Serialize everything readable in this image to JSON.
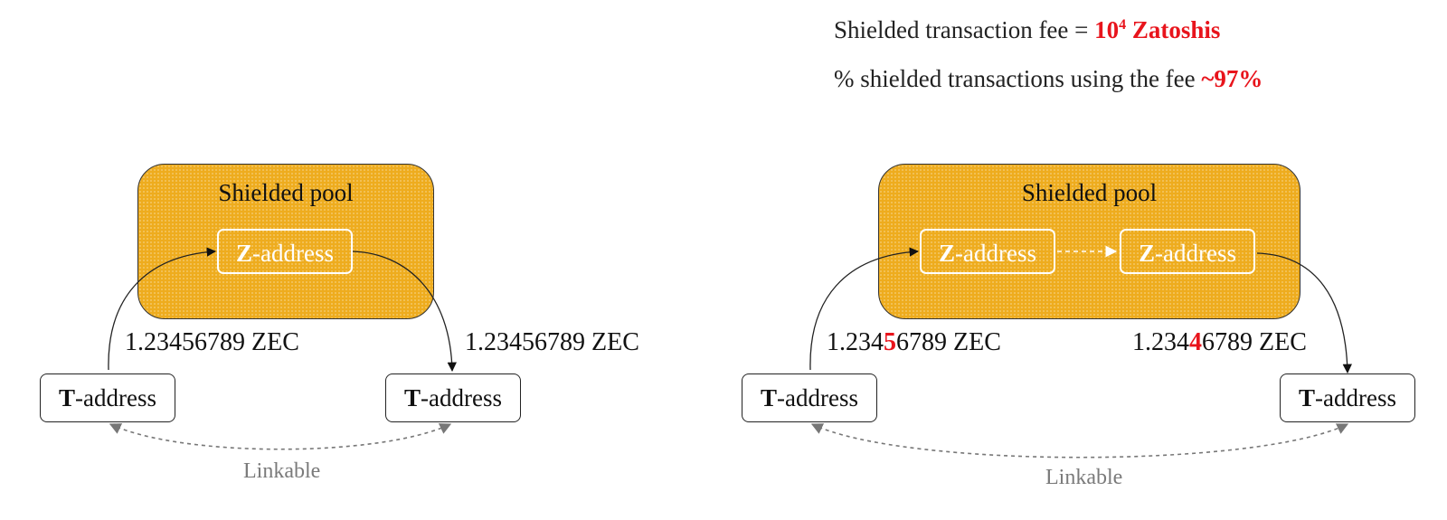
{
  "header": {
    "fee_label": "Shielded transaction fee = ",
    "fee_base": "10",
    "fee_exp": "4",
    "fee_unit": " Zatoshis",
    "share_label": "% shielded transactions using the fee ",
    "share_value": "~97%"
  },
  "left": {
    "pool_title": "Shielded pool",
    "z_letter": "Z",
    "z_suffix": "-address",
    "t_letter": "T",
    "t_suffix": "-address",
    "amount_in": "1.23456789 ZEC",
    "amount_out": "1.23456789 ZEC",
    "link_label": "Linkable"
  },
  "right": {
    "pool_title": "Shielded pool",
    "z_letter": "Z",
    "z_suffix": "-address",
    "t_letter": "T",
    "t_suffix": "-address",
    "amount_in_pre": "1.234",
    "amount_in_digit": "5",
    "amount_in_post": "6789 ZEC",
    "amount_out_pre": "1.234",
    "amount_out_digit": "4",
    "amount_out_post": "6789 ZEC",
    "link_label": "Linkable"
  },
  "colors": {
    "pool_fill": "#eeac1e",
    "accent_red": "#e8141c",
    "link_gray": "#7a7a7a"
  }
}
